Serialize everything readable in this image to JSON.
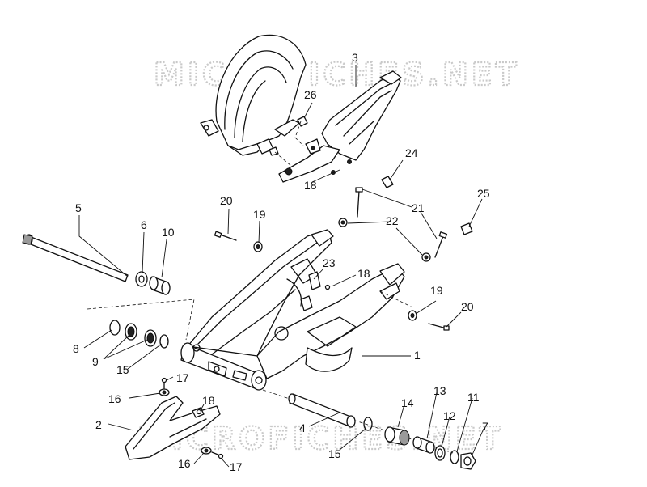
{
  "watermark": "MICROFICHES.NET",
  "callouts": {
    "c1": "1",
    "c2": "2",
    "c3": "3",
    "c4": "4",
    "c5": "5",
    "c6": "6",
    "c7": "7",
    "c8": "8",
    "c9": "9",
    "c10": "10",
    "c11": "11",
    "c12": "12",
    "c13": "13",
    "c14": "14",
    "c15a": "15",
    "c15b": "15",
    "c16a": "16",
    "c16b": "16",
    "c17a": "17",
    "c17b": "17",
    "c18a": "18",
    "c18b": "18",
    "c18c": "18",
    "c19a": "19",
    "c19b": "19",
    "c20a": "20",
    "c20b": "20",
    "c21": "21",
    "c22": "22",
    "c23": "23",
    "c24": "24",
    "c25": "25",
    "c26": "26"
  }
}
